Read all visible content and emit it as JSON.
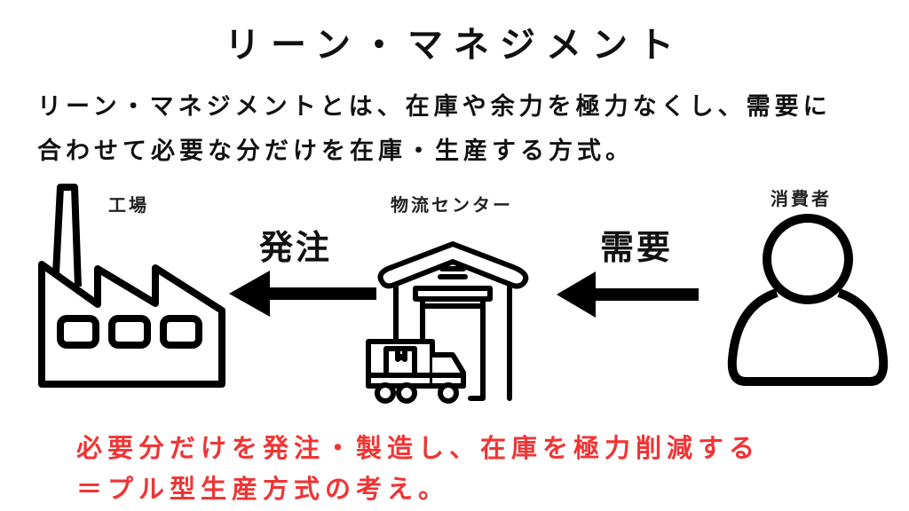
{
  "title": "リーン・マネジメント",
  "description": {
    "lines": [
      "リーン・マネジメントとは、在庫や余力を極力なくし、需要に",
      "合わせて必要な分だけを在庫・生産する方式。"
    ]
  },
  "nodes": {
    "factory": {
      "label": "工場",
      "icon": "factory-icon"
    },
    "distribution_center": {
      "label": "物流センター",
      "icon": "warehouse-truck-icon"
    },
    "consumer": {
      "label": "消費者",
      "icon": "person-icon"
    }
  },
  "flows": {
    "order": {
      "label": "発注",
      "icon": "arrow-left-icon"
    },
    "demand": {
      "label": "需要",
      "icon": "arrow-left-icon"
    }
  },
  "summary": {
    "lines": [
      "必要分だけを発注・製造し、在庫を極力削減する",
      "＝プル型生産方式の考え。"
    ],
    "color": "#f03434"
  },
  "colors": {
    "text": "#111111",
    "accent": "#f03434",
    "background": "#ffffff"
  }
}
